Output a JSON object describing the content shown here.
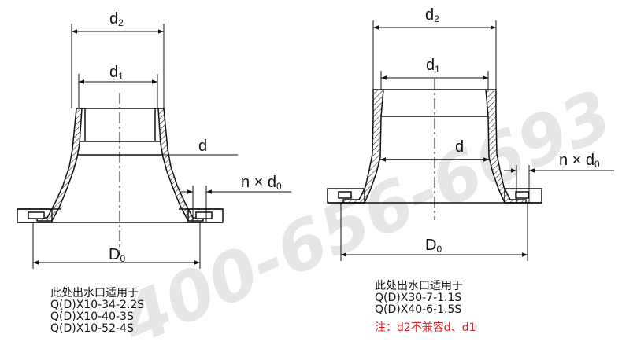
{
  "watermark": "400-656-6693",
  "left_diagram": {
    "label_d2": "d",
    "label_d2_sub": "2",
    "label_d1": "d",
    "label_d1_sub": "1",
    "label_d": "d",
    "label_n": "n × d",
    "label_n_sub": "0",
    "label_D0": "D",
    "label_D0_sub": "0",
    "notes": [
      "此处出水口适用于",
      "Q(D)X10-34-2.2S",
      "Q(D)X10-40-3S",
      "Q(D)X10-52-4S"
    ]
  },
  "right_diagram": {
    "label_d2": "d",
    "label_d2_sub": "2",
    "label_d1": "d",
    "label_d1_sub": "1",
    "label_d": "d",
    "label_n": "n × d",
    "label_n_sub": "0",
    "label_D0": "D",
    "label_D0_sub": "0",
    "notes": [
      "此处出水口适用于",
      "Q(D)X30-7-1.1S",
      "Q(D)X40-6-1.5S"
    ],
    "note_red": "注：d2不兼容d、d1"
  }
}
